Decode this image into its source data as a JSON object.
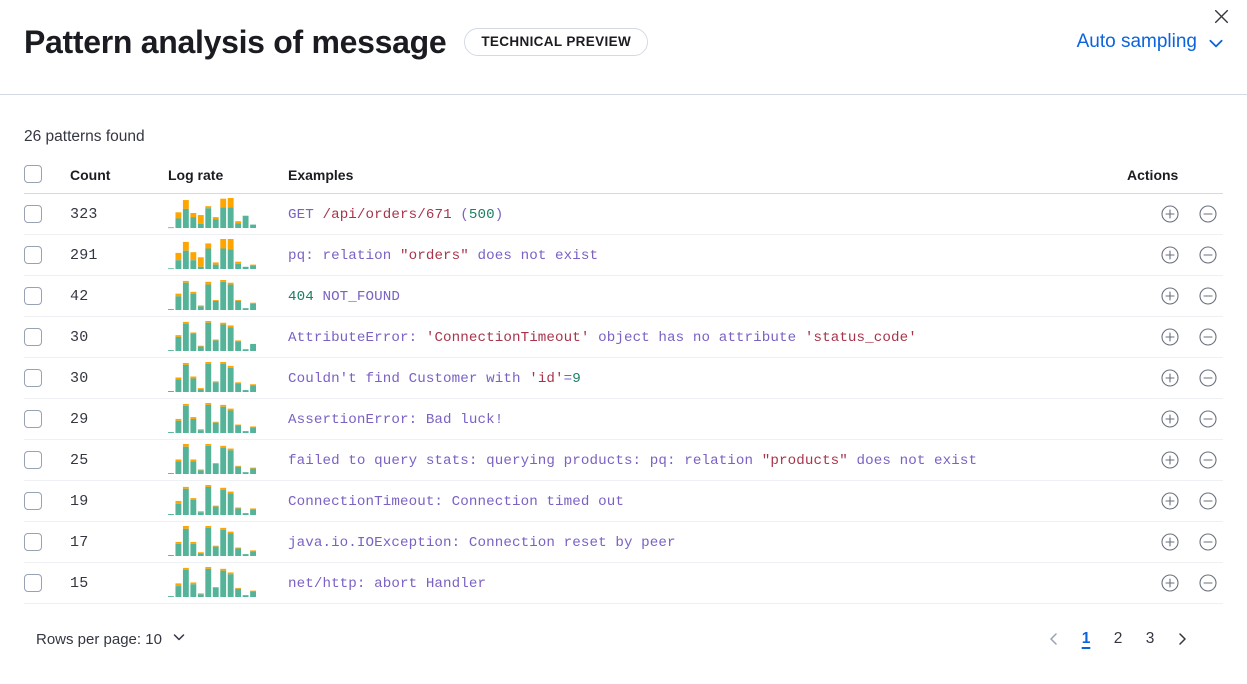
{
  "header": {
    "title": "Pattern analysis of message",
    "badge": "TECHNICAL PREVIEW",
    "sampling_label": "Auto sampling",
    "sampling_icon": "chevron-down-icon",
    "close_icon": "close-icon"
  },
  "summary": {
    "patterns_found": "26 patterns found"
  },
  "table": {
    "columns": {
      "count": "Count",
      "log_rate": "Log rate",
      "examples": "Examples",
      "actions": "Actions"
    },
    "row_actions": {
      "add_icon": "plus-in-circle-icon",
      "remove_icon": "minus-in-circle-icon"
    },
    "rows": [
      {
        "count": "323",
        "example": "GET /api/orders/671 (500)",
        "tokens": [
          {
            "t": "GET ",
            "c": "default"
          },
          {
            "t": "/api/orders/671",
            "c": "str"
          },
          {
            "t": " (",
            "c": "default"
          },
          {
            "t": "500",
            "c": "num"
          },
          {
            "t": ")",
            "c": "default"
          }
        ]
      },
      {
        "count": "291",
        "example": "pq: relation \"orders\" does not exist",
        "tokens": [
          {
            "t": "pq: relation ",
            "c": "default"
          },
          {
            "t": "\"orders\"",
            "c": "str"
          },
          {
            "t": " does not exist",
            "c": "default"
          }
        ]
      },
      {
        "count": "42",
        "example": "404 NOT_FOUND",
        "tokens": [
          {
            "t": "404",
            "c": "num"
          },
          {
            "t": " NOT_FOUND",
            "c": "default"
          }
        ]
      },
      {
        "count": "30",
        "example": "AttributeError: 'ConnectionTimeout' object has no attribute 'status_code'",
        "tokens": [
          {
            "t": "AttributeError: ",
            "c": "default"
          },
          {
            "t": "'ConnectionTimeout'",
            "c": "str"
          },
          {
            "t": " object has no attribute ",
            "c": "default"
          },
          {
            "t": "'status_code'",
            "c": "str"
          }
        ]
      },
      {
        "count": "30",
        "example": "Couldn't find Customer with 'id'=9",
        "tokens": [
          {
            "t": "Couldn't find Customer with ",
            "c": "default"
          },
          {
            "t": "'id'",
            "c": "str"
          },
          {
            "t": "=",
            "c": "default"
          },
          {
            "t": "9",
            "c": "num"
          }
        ]
      },
      {
        "count": "29",
        "example": "AssertionError: Bad luck!",
        "tokens": [
          {
            "t": "AssertionError: Bad luck!",
            "c": "default"
          }
        ]
      },
      {
        "count": "25",
        "example": "failed to query stats: querying products: pq: relation \"products\" does not exist",
        "tokens": [
          {
            "t": "failed to query stats: querying products: pq: relation ",
            "c": "default"
          },
          {
            "t": "\"products\"",
            "c": "str"
          },
          {
            "t": " does not exist",
            "c": "default"
          }
        ]
      },
      {
        "count": "19",
        "example": "ConnectionTimeout: Connection timed out",
        "tokens": [
          {
            "t": "ConnectionTimeout: Connection timed out",
            "c": "default"
          }
        ]
      },
      {
        "count": "17",
        "example": "java.io.IOException: Connection reset by peer",
        "tokens": [
          {
            "t": "java.io.IOException: Connection reset by peer",
            "c": "default"
          }
        ]
      },
      {
        "count": "15",
        "example": "net/http: abort Handler",
        "tokens": [
          {
            "t": "net/http: abort Handler",
            "c": "default"
          }
        ]
      }
    ]
  },
  "footer": {
    "rows_per_page": "Rows per page: 10",
    "rows_per_page_icon": "chevron-down-icon",
    "pages": [
      "1",
      "2",
      "3"
    ],
    "active_page": "1",
    "prev_icon": "chevron-left-icon",
    "next_icon": "chevron-right-icon"
  },
  "colors": {
    "accent_blue": "#0b64dd",
    "bar_teal": "#54b399",
    "bar_orange": "#ffa500",
    "token_default": "#7b61c4",
    "token_string": "#a8344c",
    "token_number": "#1a7f64",
    "divider": "#d3dae6"
  },
  "chart_data": [
    {
      "type": "bar",
      "name": "log-rate-sparkline-323",
      "stacked": true,
      "series": [
        {
          "name": "baseline",
          "color": "#54b399",
          "values": [
            1,
            14,
            28,
            16,
            6,
            29,
            13,
            30,
            30,
            7,
            18,
            5
          ]
        },
        {
          "name": "deviation",
          "color": "#ffa500",
          "values": [
            0,
            9,
            13,
            6,
            13,
            3,
            3,
            13,
            14,
            3,
            0,
            0
          ]
        }
      ]
    },
    {
      "type": "bar",
      "name": "log-rate-sparkline-291",
      "stacked": true,
      "series": [
        {
          "name": "baseline",
          "color": "#54b399",
          "values": [
            1,
            12,
            25,
            12,
            3,
            28,
            6,
            28,
            27,
            7,
            3,
            5
          ]
        },
        {
          "name": "deviation",
          "color": "#ffa500",
          "values": [
            0,
            10,
            12,
            11,
            13,
            7,
            3,
            13,
            14,
            3,
            0,
            1
          ]
        }
      ]
    },
    {
      "type": "bar",
      "name": "log-rate-sparkline-42",
      "stacked": true,
      "series": [
        {
          "name": "baseline",
          "color": "#54b399",
          "values": [
            1,
            15,
            30,
            18,
            4,
            28,
            10,
            31,
            28,
            10,
            2,
            7
          ]
        },
        {
          "name": "deviation",
          "color": "#ffa500",
          "values": [
            0,
            3,
            2,
            2,
            1,
            3,
            1,
            2,
            2,
            1,
            0,
            1
          ]
        }
      ]
    },
    {
      "type": "bar",
      "name": "log-rate-sparkline-30a",
      "stacked": true,
      "series": [
        {
          "name": "baseline",
          "color": "#54b399",
          "values": [
            1,
            16,
            31,
            20,
            5,
            32,
            12,
            30,
            27,
            11,
            2,
            8
          ]
        },
        {
          "name": "deviation",
          "color": "#ffa500",
          "values": [
            0,
            2,
            2,
            1,
            1,
            2,
            1,
            2,
            2,
            1,
            0,
            0
          ]
        }
      ]
    },
    {
      "type": "bar",
      "name": "log-rate-sparkline-30b",
      "stacked": true,
      "series": [
        {
          "name": "baseline",
          "color": "#54b399",
          "values": [
            1,
            13,
            28,
            14,
            3,
            29,
            10,
            29,
            25,
            9,
            2,
            7
          ]
        },
        {
          "name": "deviation",
          "color": "#ffa500",
          "values": [
            0,
            2,
            2,
            2,
            1,
            2,
            1,
            2,
            2,
            1,
            0,
            1
          ]
        }
      ]
    },
    {
      "type": "bar",
      "name": "log-rate-sparkline-29",
      "stacked": true,
      "series": [
        {
          "name": "baseline",
          "color": "#54b399",
          "values": [
            1,
            13,
            29,
            15,
            3,
            30,
            11,
            28,
            24,
            8,
            2,
            6
          ]
        },
        {
          "name": "deviation",
          "color": "#ffa500",
          "values": [
            0,
            2,
            2,
            2,
            1,
            2,
            1,
            2,
            2,
            1,
            0,
            1
          ]
        }
      ]
    },
    {
      "type": "bar",
      "name": "log-rate-sparkline-25",
      "stacked": true,
      "series": [
        {
          "name": "baseline",
          "color": "#54b399",
          "values": [
            1,
            14,
            30,
            14,
            4,
            31,
            11,
            29,
            26,
            8,
            2,
            6
          ]
        },
        {
          "name": "deviation",
          "color": "#ffa500",
          "values": [
            0,
            2,
            3,
            2,
            1,
            2,
            1,
            2,
            2,
            1,
            0,
            1
          ]
        }
      ]
    },
    {
      "type": "bar",
      "name": "log-rate-sparkline-19",
      "stacked": true,
      "series": [
        {
          "name": "baseline",
          "color": "#54b399",
          "values": [
            1,
            12,
            28,
            16,
            3,
            30,
            9,
            27,
            23,
            7,
            2,
            6
          ]
        },
        {
          "name": "deviation",
          "color": "#ffa500",
          "values": [
            0,
            3,
            2,
            2,
            1,
            2,
            1,
            2,
            2,
            1,
            0,
            1
          ]
        }
      ]
    },
    {
      "type": "bar",
      "name": "log-rate-sparkline-17",
      "stacked": true,
      "series": [
        {
          "name": "baseline",
          "color": "#54b399",
          "values": [
            1,
            13,
            29,
            13,
            3,
            30,
            10,
            28,
            24,
            8,
            2,
            5
          ]
        },
        {
          "name": "deviation",
          "color": "#ffa500",
          "values": [
            0,
            2,
            3,
            2,
            1,
            2,
            1,
            2,
            2,
            1,
            0,
            1
          ]
        }
      ]
    },
    {
      "type": "bar",
      "name": "log-rate-sparkline-15",
      "stacked": true,
      "series": [
        {
          "name": "baseline",
          "color": "#54b399",
          "values": [
            1,
            12,
            30,
            14,
            3,
            31,
            10,
            29,
            25,
            9,
            2,
            6
          ]
        },
        {
          "name": "deviation",
          "color": "#ffa500",
          "values": [
            0,
            3,
            2,
            2,
            1,
            2,
            1,
            2,
            2,
            1,
            0,
            1
          ]
        }
      ]
    }
  ]
}
